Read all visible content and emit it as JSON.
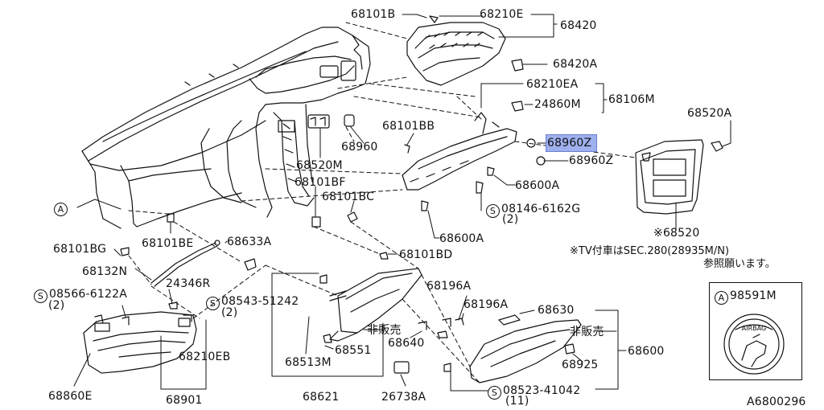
{
  "diagram": {
    "labels": {
      "l68101B": "68101B",
      "l68210E": "68210E",
      "l68420": "68420",
      "l68420A": "68420A",
      "l68210EA": "68210EA",
      "l24860M": "24860M",
      "l68106M": "68106M",
      "l68520A": "68520A",
      "l68101BB": "68101BB",
      "l68960": "68960",
      "l68960Z_a": "68960Z",
      "l68960Z_b": "68960Z",
      "l68520M": "68520M",
      "l68101BF": "68101BF",
      "l68101BC": "68101BC",
      "l68600A_a": "68600A",
      "l08146": "08146-6162G",
      "l08146q": "(2)",
      "l68520": "68520",
      "l68600A_b": "68600A",
      "l68101BG": "68101BG",
      "l68101BE": "68101BE",
      "l68633A": "68633A",
      "l68101BD": "68101BD",
      "l68132N": "68132N",
      "l24346R": "24346R",
      "l08566": "08566-6122A",
      "l08566q": "(2)",
      "l08543": "08543-51242",
      "l08543q": "(2)",
      "l68196A_a": "68196A",
      "l68196A_b": "68196A",
      "l68630": "68630",
      "l98591M": "98591M",
      "l68551": "68551",
      "l68640": "68640",
      "l68210EB": "68210EB",
      "l68513M": "68513M",
      "l68600": "68600",
      "l68925": "68925",
      "l68860E": "68860E",
      "l68901": "68901",
      "l68621": "68621",
      "l26738A": "26738A",
      "l08523": "08523-41042",
      "l08523q": "(11)",
      "lNotSold1": "非販売",
      "lNotSold2": "非販売",
      "lRef": "A6800296"
    },
    "circled": {
      "A": "A",
      "S": "S",
      "star": "※"
    },
    "note": {
      "line1": "※TV付車はSEC.280(28935M/N)",
      "line2": "参照願います。"
    },
    "airbag_text": "AIRBAG"
  }
}
